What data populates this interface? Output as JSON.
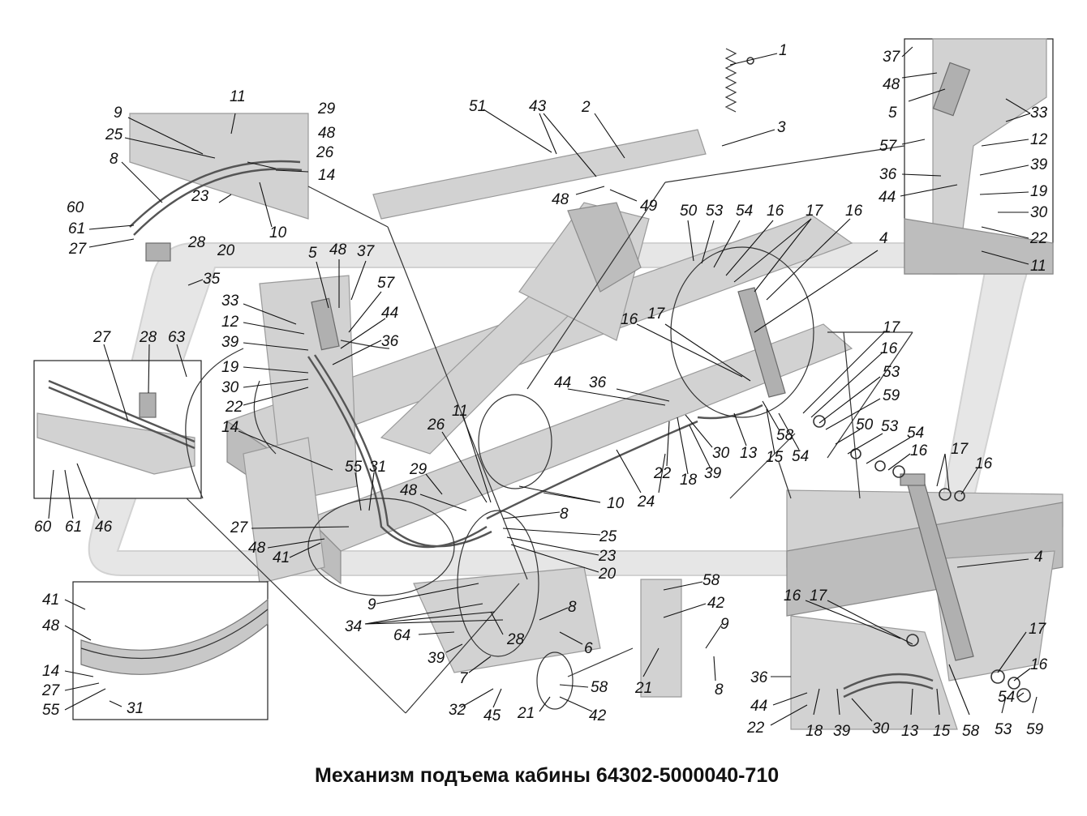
{
  "title": "Механизм подъема кабины 64302-5000040-710",
  "callouts": [
    "1",
    "2",
    "3",
    "51",
    "43",
    "48",
    "49",
    "11",
    "29",
    "9",
    "25",
    "48",
    "26",
    "8",
    "14",
    "60",
    "23",
    "61",
    "27",
    "10",
    "28",
    "20",
    "5",
    "48",
    "37",
    "57",
    "35",
    "33",
    "44",
    "12",
    "36",
    "39",
    "19",
    "30",
    "22",
    "14",
    "27",
    "28",
    "63",
    "60",
    "61",
    "46",
    "50",
    "53",
    "54",
    "16",
    "17",
    "16",
    "4",
    "16",
    "17",
    "44",
    "36",
    "17",
    "16",
    "53",
    "59",
    "26",
    "11",
    "58",
    "13",
    "15",
    "54",
    "50",
    "53",
    "54",
    "16",
    "22",
    "18",
    "39",
    "30",
    "17",
    "16",
    "10",
    "24",
    "55",
    "31",
    "29",
    "48",
    "8",
    "25",
    "27",
    "48",
    "41",
    "23",
    "20",
    "9",
    "34",
    "64",
    "28",
    "8",
    "6",
    "58",
    "42",
    "9",
    "39",
    "7",
    "21",
    "8",
    "58",
    "32",
    "45",
    "21",
    "42",
    "16",
    "17",
    "4",
    "17",
    "16",
    "36",
    "54",
    "44",
    "22",
    "18",
    "39",
    "30",
    "13",
    "15",
    "58",
    "53",
    "59",
    "41",
    "48",
    "14",
    "27",
    "55",
    "31",
    "37",
    "48",
    "5",
    "33",
    "57",
    "12",
    "36",
    "39",
    "44",
    "19",
    "30",
    "22",
    "11"
  ],
  "colors": {
    "ink": "#111111",
    "frame": "#d2d2d2",
    "watermark": "#e6e6e6"
  }
}
